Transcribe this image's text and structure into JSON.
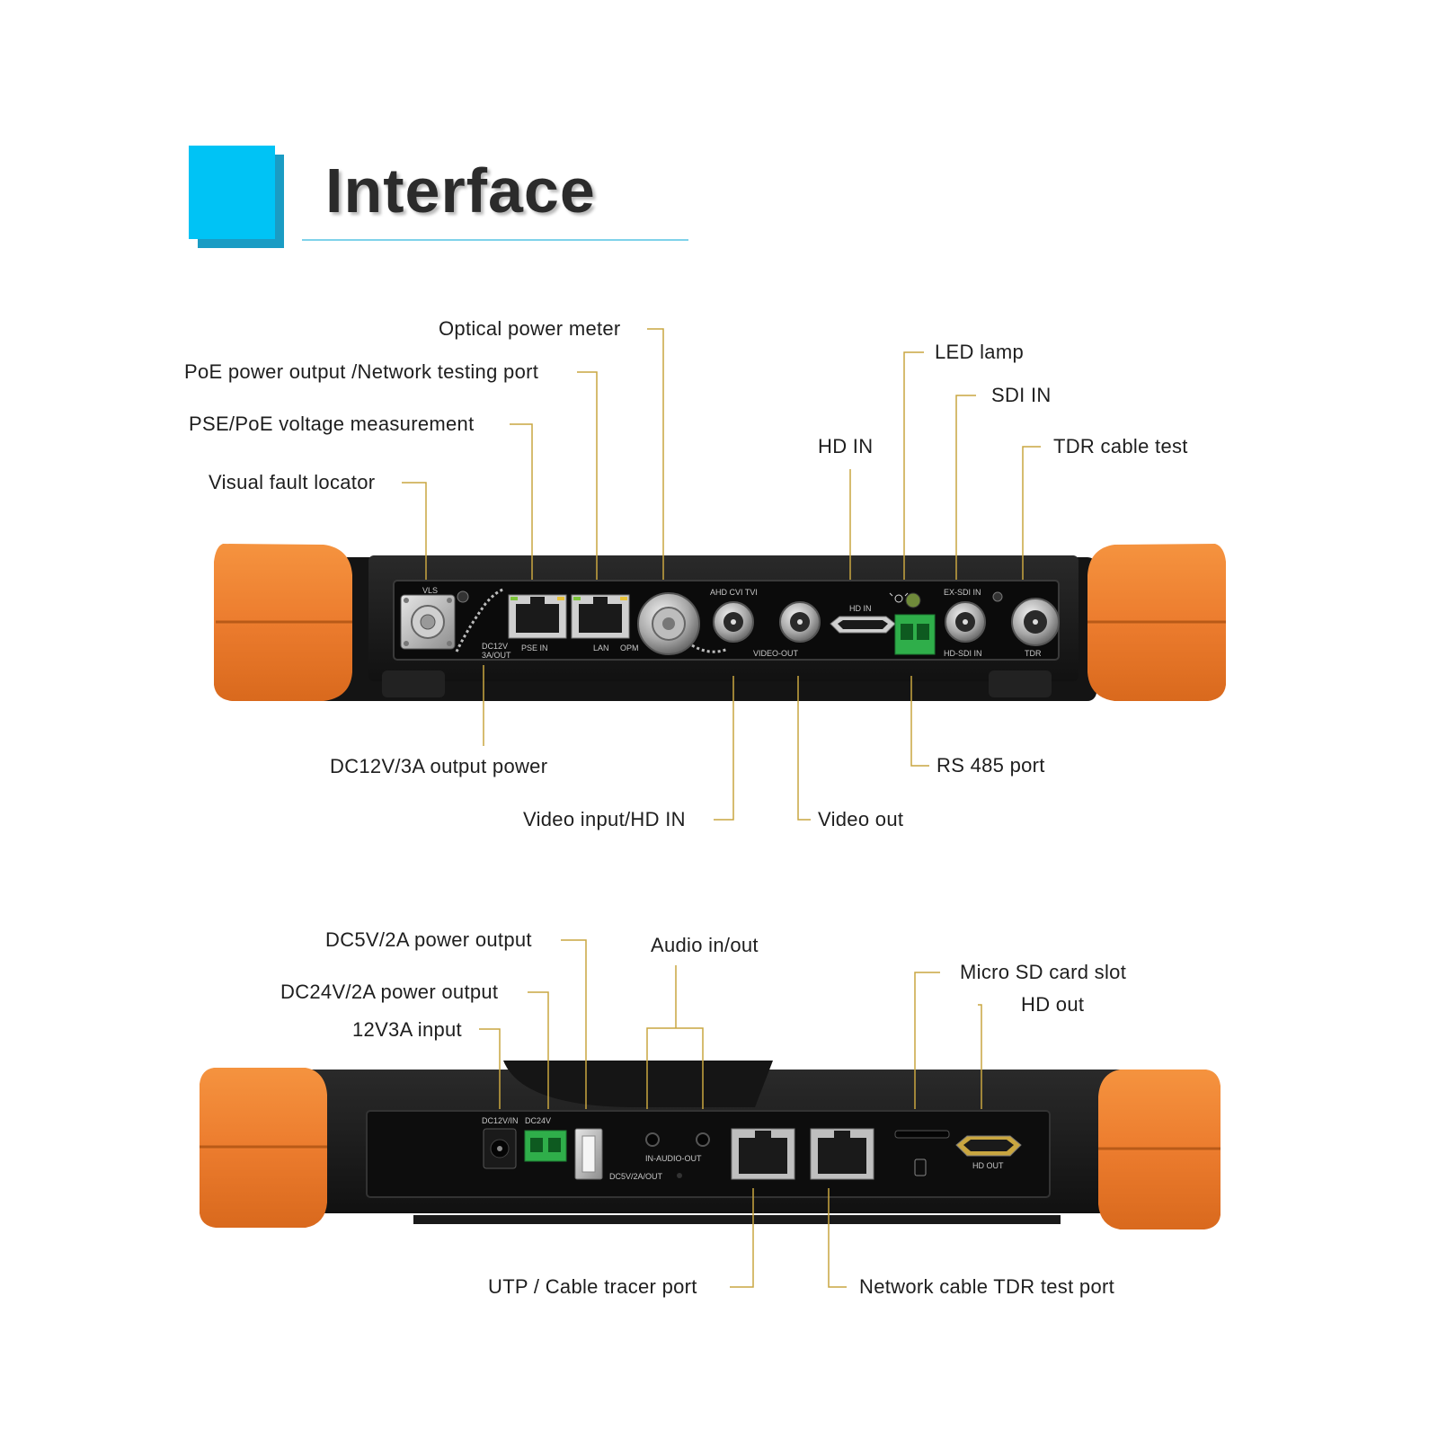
{
  "title": "Interface",
  "colors": {
    "accent_cyan": "#00c3f5",
    "accent_dark": "#1a9cc4",
    "bumper_orange": "#ec7c2e",
    "leader_gold": "#c9a640",
    "terminal_green": "#2fae4a",
    "body_black": "#1c1c1c"
  },
  "top_panel": {
    "callouts": {
      "optical_power_meter": "Optical power meter",
      "poe_output": "PoE power output /Network testing port",
      "pse_poe_voltage": "PSE/PoE voltage measurement",
      "visual_fault_locator": "Visual fault locator",
      "led_lamp": "LED lamp",
      "sdi_in": "SDI IN",
      "hd_in": "HD IN",
      "tdr_cable_test": "TDR cable test",
      "dc12v_output": "DC12V/3A output power",
      "video_input": "Video input/HD IN",
      "video_out": "Video out",
      "rs485": "RS 485 port"
    },
    "silkscreen": {
      "vls": "VLS",
      "dc12v_out": "DC12V",
      "dc12v_out2": "3A/OUT",
      "pse_in": "PSE IN",
      "lan": "LAN",
      "opm": "OPM",
      "ahd_cvi_tvi": "AHD CVI TVI",
      "video_out": "VIDEO-OUT",
      "hd_in": "HD IN",
      "ex_sdi_in": "EX-SDI IN",
      "hd_sdi_in": "HD-SDI IN",
      "tdr": "TDR"
    }
  },
  "bottom_panel": {
    "callouts": {
      "dc5v_output": "DC5V/2A power output",
      "dc24v_output": "DC24V/2A power output",
      "input_12v": "12V3A input",
      "audio": "Audio in/out",
      "micro_sd": "Micro SD card slot",
      "hd_out": "HD out",
      "utp_tracer": "UTP / Cable tracer port",
      "tdr_test_port": "Network cable TDR test port"
    },
    "silkscreen": {
      "dc12v_in": "DC12V/IN",
      "dc24v": "DC24V",
      "audio": "IN-AUDIO-OUT",
      "dc5v": "DC5V/2A/OUT",
      "hd_out": "HD OUT"
    }
  }
}
